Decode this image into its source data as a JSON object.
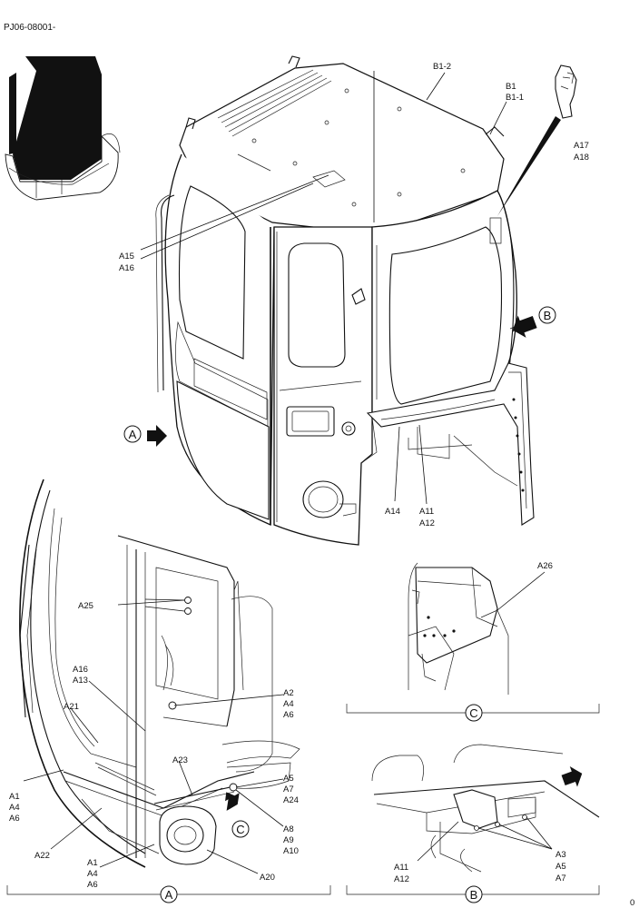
{
  "header": {
    "part_code": "PJ06-08001-"
  },
  "page_number": "0",
  "labels": {
    "b1_2": "B1-2",
    "b1": "B1",
    "b1_1": "B1-1",
    "a17": "A17",
    "a18": "A18",
    "a15": "A15",
    "a16_top": "A16",
    "a14": "A14",
    "a11_top": "A11",
    "a12_top": "A12",
    "a25": "A25",
    "a16_low": "A16",
    "a13": "A13",
    "a21": "A21",
    "a2": "A2",
    "a4_r": "A4",
    "a6_r": "A6",
    "a23": "A23",
    "a5_r": "A5",
    "a7_r": "A7",
    "a24": "A24",
    "a8": "A8",
    "a9": "A9",
    "a10": "A10",
    "a1_l": "A1",
    "a4_l": "A4",
    "a6_l": "A6",
    "a22": "A22",
    "a1_b": "A1",
    "a4_b": "A4",
    "a6_b": "A6",
    "a20": "A20",
    "a26": "A26",
    "a11_b": "A11",
    "a12_b": "A12",
    "a3": "A3",
    "a5_b": "A5",
    "a7_b": "A7"
  },
  "view_markers": {
    "a": "A",
    "b": "B",
    "c": "C"
  }
}
